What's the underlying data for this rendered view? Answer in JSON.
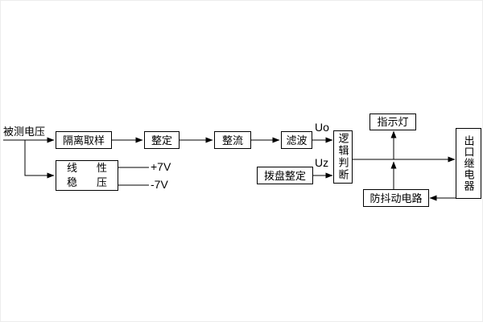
{
  "labels": {
    "input": "被测电压",
    "uo": "Uo",
    "uz": "Uz",
    "plus7v": "+7V",
    "minus7v": "-7V"
  },
  "nodes": {
    "isolation": {
      "label": "隔离取样"
    },
    "setting": {
      "label": "整定"
    },
    "rectifier": {
      "label": "整流"
    },
    "filter": {
      "label": "滤波"
    },
    "logic": {
      "label": "逻辑判断"
    },
    "dial": {
      "label": "拨盘整定"
    },
    "indicator": {
      "label": "指示灯"
    },
    "relay": {
      "label": "出口继电器"
    },
    "antishake": {
      "label": "防抖动电路"
    },
    "regulator": {
      "label_line1": "线性",
      "label_line2": "稳压"
    }
  },
  "edges": [
    {
      "from": "被测电压",
      "to": "隔离取样"
    },
    {
      "from": "被测电压",
      "to": "线性稳压"
    },
    {
      "from": "隔离取样",
      "to": "整定"
    },
    {
      "from": "整定",
      "to": "整流"
    },
    {
      "from": "整流",
      "to": "滤波"
    },
    {
      "from": "滤波",
      "to": "逻辑判断",
      "signal": "Uo"
    },
    {
      "from": "拨盘整定",
      "to": "逻辑判断",
      "signal": "Uz"
    },
    {
      "from": "逻辑判断",
      "to": "出口继电器"
    },
    {
      "from": "逻辑判断",
      "to": "指示灯"
    },
    {
      "from": "出口继电器",
      "to": "防抖动电路"
    },
    {
      "from": "防抖动电路",
      "to": "逻辑判断输出线"
    },
    {
      "from": "线性稳压",
      "to": "+7V"
    },
    {
      "from": "线性稳压",
      "to": "-7V"
    }
  ],
  "colors": {
    "line": "#000000",
    "background": "#ffffff"
  }
}
